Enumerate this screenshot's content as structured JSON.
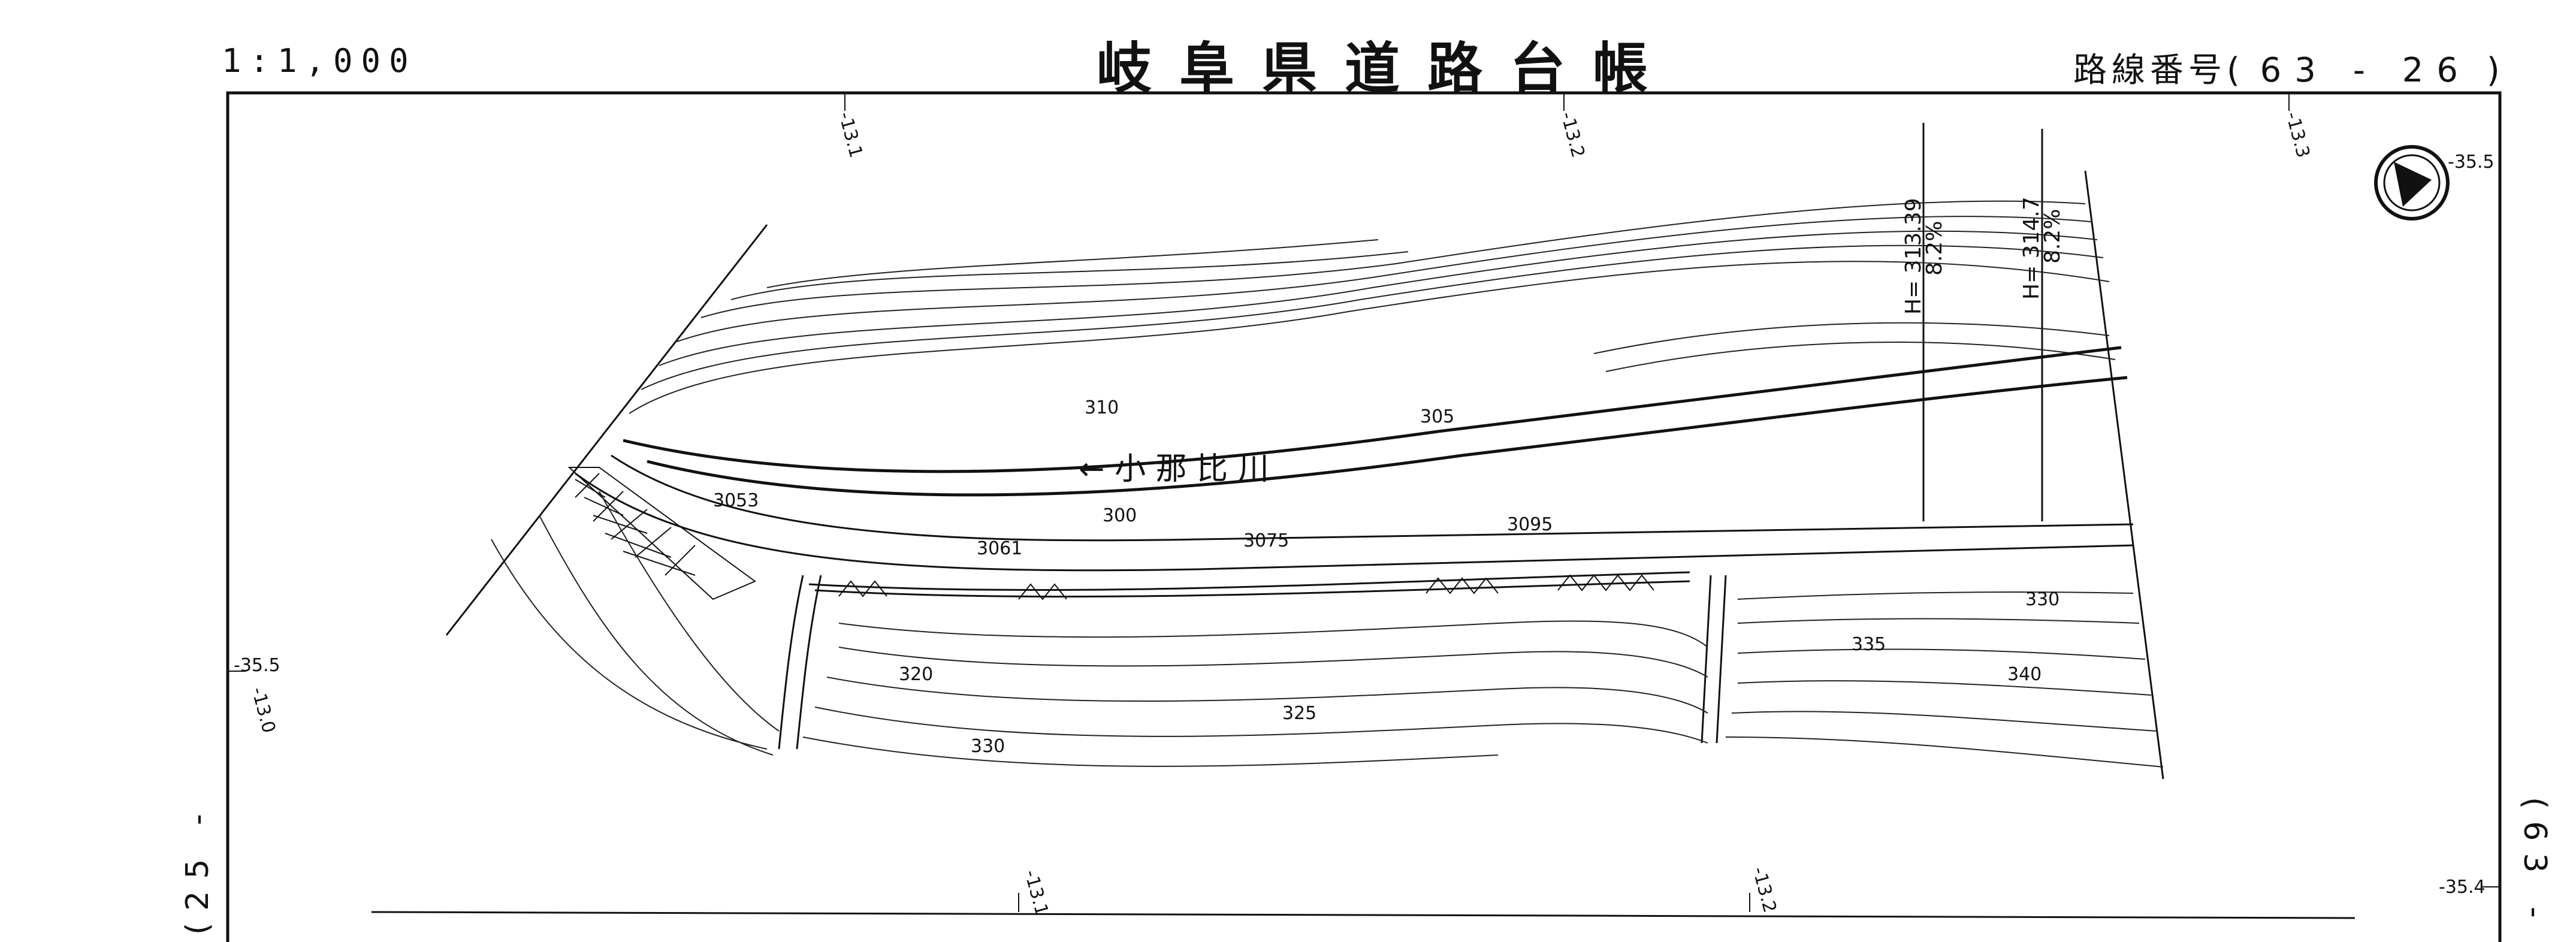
{
  "header": {
    "scale": "1:1,000",
    "title": "岐阜県道路台帳",
    "route_label": "路線番号(",
    "route_number": "63 - 26",
    "route_close": ")"
  },
  "side": {
    "left": "(25 -",
    "right": "(63 -"
  },
  "map": {
    "river_name": "← 小 那 比 川",
    "contour_labels": [
      "310",
      "305",
      "300",
      "320",
      "325",
      "330",
      "330",
      "335",
      "340"
    ],
    "elevation_labels": [
      "H= 313.39",
      "8.2%",
      "H= 314.7",
      "8.2%"
    ],
    "station_labels": [
      "3053",
      "3061",
      "3075",
      "3095"
    ],
    "ticks_top": [
      "-13.1",
      "-13.2",
      "-13.3"
    ],
    "ticks_bottom": [
      "-13.1",
      "-13.2"
    ],
    "edge_labels": [
      "-35.5",
      "-35.5",
      "-13.0",
      "-35.4"
    ]
  }
}
